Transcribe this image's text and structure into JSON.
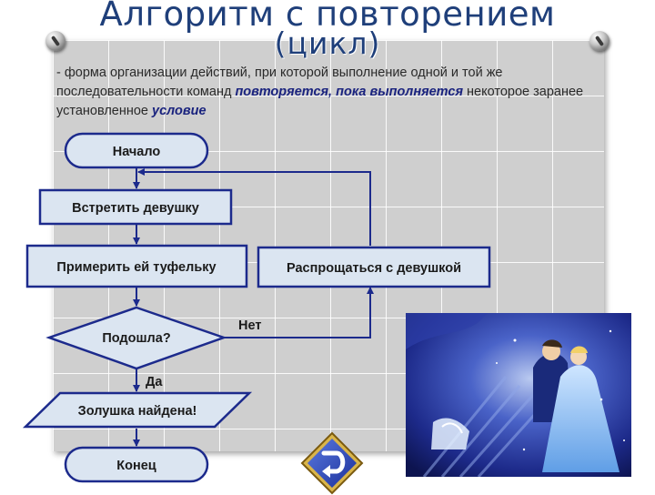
{
  "slide": {
    "title_line1": "Алгоритм с повторением",
    "title_line2": "(цикл)",
    "description": {
      "part1": "- форма организации действий, при которой выполнение одной и той же последовательности команд ",
      "emph1": "повторяется, пока выполняется",
      "part2": " некоторое заранее установленное ",
      "emph2": "условие"
    }
  },
  "flowchart": {
    "start": "Начало",
    "step1": "Встретить девушку",
    "step2": "Примерить ей туфельку",
    "decision": "Подошла?",
    "loop_step": "Распрощаться с девушкой",
    "branch_no": "Нет",
    "branch_yes": "Да",
    "output": "Золушка найдена!",
    "end": "Конец"
  },
  "colors": {
    "shape_fill": "#dbe5f1",
    "shape_border": "#1c2a8c",
    "title": "#1f3f7a",
    "emphasis": "#1a237e"
  },
  "icons": {
    "pins": "pushpin-icon",
    "nav": "return-arrow-icon",
    "picture": "cinderella-illustration"
  }
}
